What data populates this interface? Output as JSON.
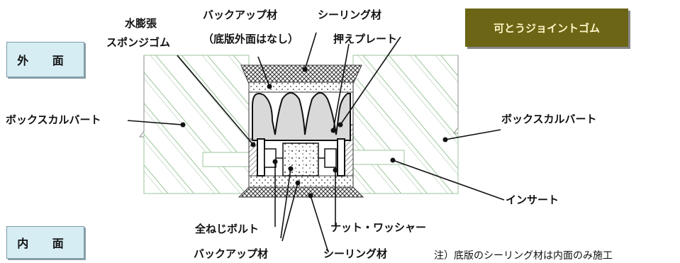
{
  "title_box": "可とうジョイントゴム",
  "sides": {
    "outer": "外 面",
    "inner": "内 面"
  },
  "labels": {
    "water_swell_1": "水膨張",
    "water_swell_2": "スポンジゴム",
    "backup_top": "バックアップ材",
    "backup_top_note": "（底版外面はなし）",
    "sealing_top": "シーリング材",
    "press_plate": "押えプレート",
    "box_culvert_left": "ボックスカルバート",
    "box_culvert_right": "ボックスカルバート",
    "insert": "インサート",
    "full_bolt": "全ねじボルト",
    "nut_washer": "ナット・ワッシャー",
    "backup_bottom": "バックアップ材",
    "sealing_bottom": "シーリング材"
  },
  "note": "注）底版のシーリング材は内面のみ施工",
  "colors": {
    "title_bg": "#6b6515",
    "side_bg": "#d6edf4",
    "line": "#111111",
    "concrete_line": "#9cc59c"
  }
}
